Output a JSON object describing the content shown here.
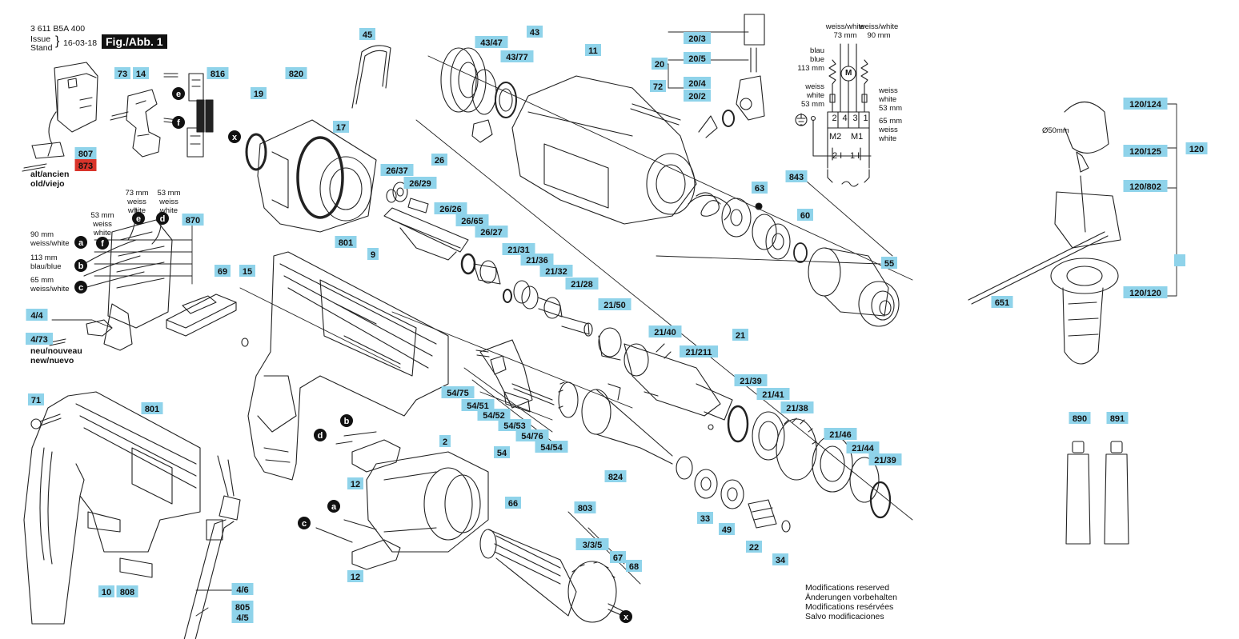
{
  "header": {
    "part_number": "3 611 B5A 400",
    "issue_label": "Issue",
    "stand_label": "Stand",
    "date": "16-03-18",
    "figure": "Fig./Abb. 1"
  },
  "colors": {
    "label_fill": "#8fd3ea",
    "highlight_fill": "#d9342b",
    "stroke": "#222222"
  },
  "notes": {
    "old_label": "alt/ancien",
    "old_label2": "old/viejo",
    "new_label": "neu/nouveau",
    "new_label2": "new/nuevo",
    "wire_73": [
      "73 mm",
      "weiss",
      "white"
    ],
    "wire_53a": [
      "53 mm",
      "weiss",
      "white"
    ],
    "wire_53b": [
      "53 mm",
      "weiss",
      "white"
    ],
    "wire_90": [
      "90 mm",
      "weiss/white"
    ],
    "wire_113": [
      "113 mm",
      "blau/blue"
    ],
    "wire_65": [
      "65 mm",
      "weiss/white"
    ],
    "diam": "Ø50mm"
  },
  "wiring": {
    "top_left": [
      "weiss/white",
      "73 mm"
    ],
    "top_right": [
      "weiss/white",
      "90 mm"
    ],
    "left_blue": [
      "blau",
      "blue",
      "113 mm"
    ],
    "left_white": [
      "weiss",
      "white",
      "53 mm"
    ],
    "right_white": [
      "weiss",
      "white",
      "53 mm"
    ],
    "right_65": [
      "65 mm",
      "weiss",
      "white"
    ],
    "terminals": [
      "2",
      "4",
      "3",
      "1"
    ],
    "motor": "M",
    "m2": "M2",
    "m1": "M1",
    "bottom": [
      "2 I",
      "1 I"
    ]
  },
  "circle_letters": {
    "e1": "e",
    "f1": "f",
    "e2": "e",
    "d2": "d",
    "a2": "a",
    "b2": "b",
    "c2": "c",
    "b3": "b",
    "d3": "d",
    "a3": "a",
    "c3": "c",
    "x1": "x",
    "x2": "x"
  },
  "labels": [
    {
      "id": "L873",
      "text": "873"
    },
    {
      "id": "L807",
      "text": "807"
    },
    {
      "id": "L73",
      "text": "73"
    },
    {
      "id": "L14",
      "text": "14"
    },
    {
      "id": "L816",
      "text": "816"
    },
    {
      "id": "L870",
      "text": "870"
    },
    {
      "id": "L69",
      "text": "69"
    },
    {
      "id": "L15",
      "text": "15"
    },
    {
      "id": "L4_4",
      "text": "4/4"
    },
    {
      "id": "L4_73",
      "text": "4/73"
    },
    {
      "id": "L71",
      "text": "71"
    },
    {
      "id": "L801a",
      "text": "801"
    },
    {
      "id": "L10",
      "text": "10"
    },
    {
      "id": "L808",
      "text": "808"
    },
    {
      "id": "L4_6",
      "text": "4/6"
    },
    {
      "id": "L805",
      "text": "805"
    },
    {
      "id": "L4_5",
      "text": "4/5"
    },
    {
      "id": "L19",
      "text": "19"
    },
    {
      "id": "L820",
      "text": "820"
    },
    {
      "id": "L17",
      "text": "17"
    },
    {
      "id": "L45",
      "text": "45"
    },
    {
      "id": "L43_47",
      "text": "43/47"
    },
    {
      "id": "L43",
      "text": "43"
    },
    {
      "id": "L43_77",
      "text": "43/77"
    },
    {
      "id": "L11",
      "text": "11"
    },
    {
      "id": "L20_3",
      "text": "20/3"
    },
    {
      "id": "L20_5",
      "text": "20/5"
    },
    {
      "id": "L20",
      "text": "20"
    },
    {
      "id": "L72",
      "text": "72"
    },
    {
      "id": "L20_4",
      "text": "20/4"
    },
    {
      "id": "L20_2",
      "text": "20/2"
    },
    {
      "id": "L26_37",
      "text": "26/37"
    },
    {
      "id": "L26",
      "text": "26"
    },
    {
      "id": "L26_29",
      "text": "26/29"
    },
    {
      "id": "L26_26",
      "text": "26/26"
    },
    {
      "id": "L26_65",
      "text": "26/65"
    },
    {
      "id": "L26_27",
      "text": "26/27"
    },
    {
      "id": "L801b",
      "text": "801"
    },
    {
      "id": "L9",
      "text": "9"
    },
    {
      "id": "L21_31",
      "text": "21/31"
    },
    {
      "id": "L21_36",
      "text": "21/36"
    },
    {
      "id": "L21_32",
      "text": "21/32"
    },
    {
      "id": "L21_28",
      "text": "21/28"
    },
    {
      "id": "L21_50",
      "text": "21/50"
    },
    {
      "id": "L21_40",
      "text": "21/40"
    },
    {
      "id": "L21_211",
      "text": "21/211"
    },
    {
      "id": "L21",
      "text": "21"
    },
    {
      "id": "L21_39a",
      "text": "21/39"
    },
    {
      "id": "L21_41",
      "text": "21/41"
    },
    {
      "id": "L21_38",
      "text": "21/38"
    },
    {
      "id": "L21_46",
      "text": "21/46"
    },
    {
      "id": "L21_44",
      "text": "21/44"
    },
    {
      "id": "L21_39b",
      "text": "21/39"
    },
    {
      "id": "L63",
      "text": "63"
    },
    {
      "id": "L843",
      "text": "843"
    },
    {
      "id": "L60",
      "text": "60"
    },
    {
      "id": "L55",
      "text": "55"
    },
    {
      "id": "L54_75",
      "text": "54/75"
    },
    {
      "id": "L54_51",
      "text": "54/51"
    },
    {
      "id": "L54_52",
      "text": "54/52"
    },
    {
      "id": "L54_53",
      "text": "54/53"
    },
    {
      "id": "L54_76",
      "text": "54/76"
    },
    {
      "id": "L54_54",
      "text": "54/54"
    },
    {
      "id": "L54",
      "text": "54"
    },
    {
      "id": "L824",
      "text": "824"
    },
    {
      "id": "L2",
      "text": "2"
    },
    {
      "id": "L12a",
      "text": "12"
    },
    {
      "id": "L12b",
      "text": "12"
    },
    {
      "id": "L66",
      "text": "66"
    },
    {
      "id": "L803",
      "text": "803"
    },
    {
      "id": "L3_3_5",
      "text": "3/3/5"
    },
    {
      "id": "L67",
      "text": "67"
    },
    {
      "id": "L68",
      "text": "68"
    },
    {
      "id": "L33",
      "text": "33"
    },
    {
      "id": "L49",
      "text": "49"
    },
    {
      "id": "L22",
      "text": "22"
    },
    {
      "id": "L34",
      "text": "34"
    },
    {
      "id": "L120_124",
      "text": "120/124"
    },
    {
      "id": "L120_125",
      "text": "120/125"
    },
    {
      "id": "L120",
      "text": "120"
    },
    {
      "id": "L120_802",
      "text": "120/802"
    },
    {
      "id": "L651",
      "text": "651"
    },
    {
      "id": "L120_120",
      "text": "120/120"
    },
    {
      "id": "Lblank",
      "text": ""
    },
    {
      "id": "L890",
      "text": "890"
    },
    {
      "id": "L891",
      "text": "891"
    }
  ],
  "modifications": [
    "Modifications reserved",
    "Änderungen vorbehalten",
    "Modifications resérvées",
    "Salvo modificaciones"
  ]
}
